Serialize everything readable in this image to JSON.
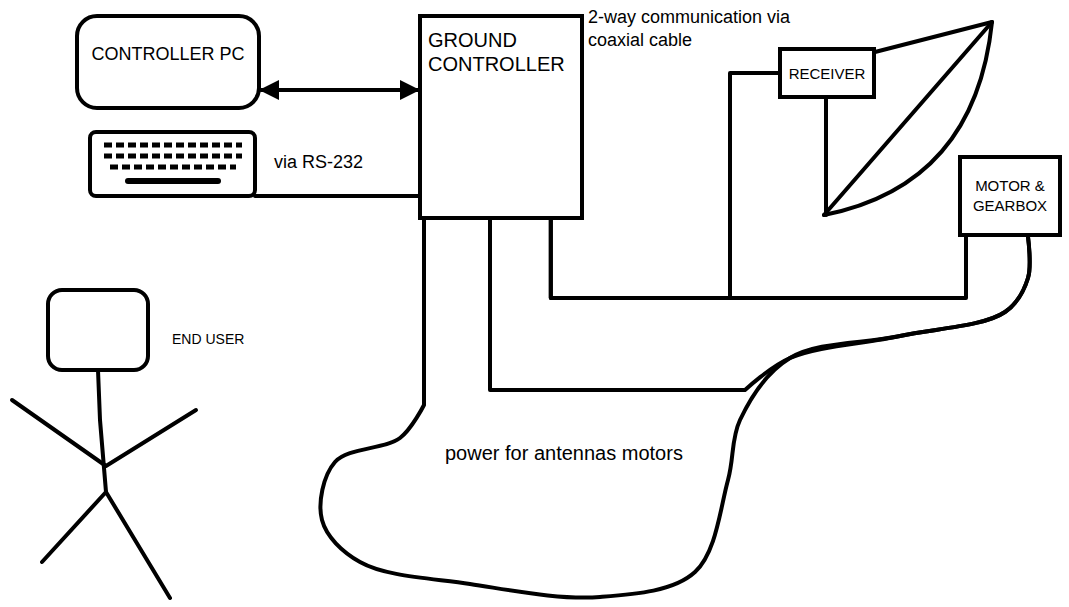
{
  "diagram": {
    "nodes": [
      {
        "text": [
          "CONTROLLER PC"
        ]
      },
      {
        "text": [
          "GROUND CONTROLLER"
        ]
      },
      {
        "text": [
          "RECEIVER"
        ]
      },
      {
        "text": [
          "MOTOR & GEARBOX"
        ]
      }
    ],
    "edges": [
      {
        "from": 0,
        "to": 1,
        "arrow": "both",
        "label": "via RS-232"
      },
      {
        "from": 1,
        "to": 2,
        "arrow": "none"
      },
      {
        "from": 1,
        "to": 3,
        "arrow": "none"
      },
      {
        "from": 1,
        "to": 3,
        "arrow": "none"
      },
      {
        "from": 1,
        "to": 3,
        "arrow": "none"
      }
    ],
    "labels": [
      "2-way communication via coaxial cable",
      "END USER",
      "power for antennas motors"
    ]
  }
}
